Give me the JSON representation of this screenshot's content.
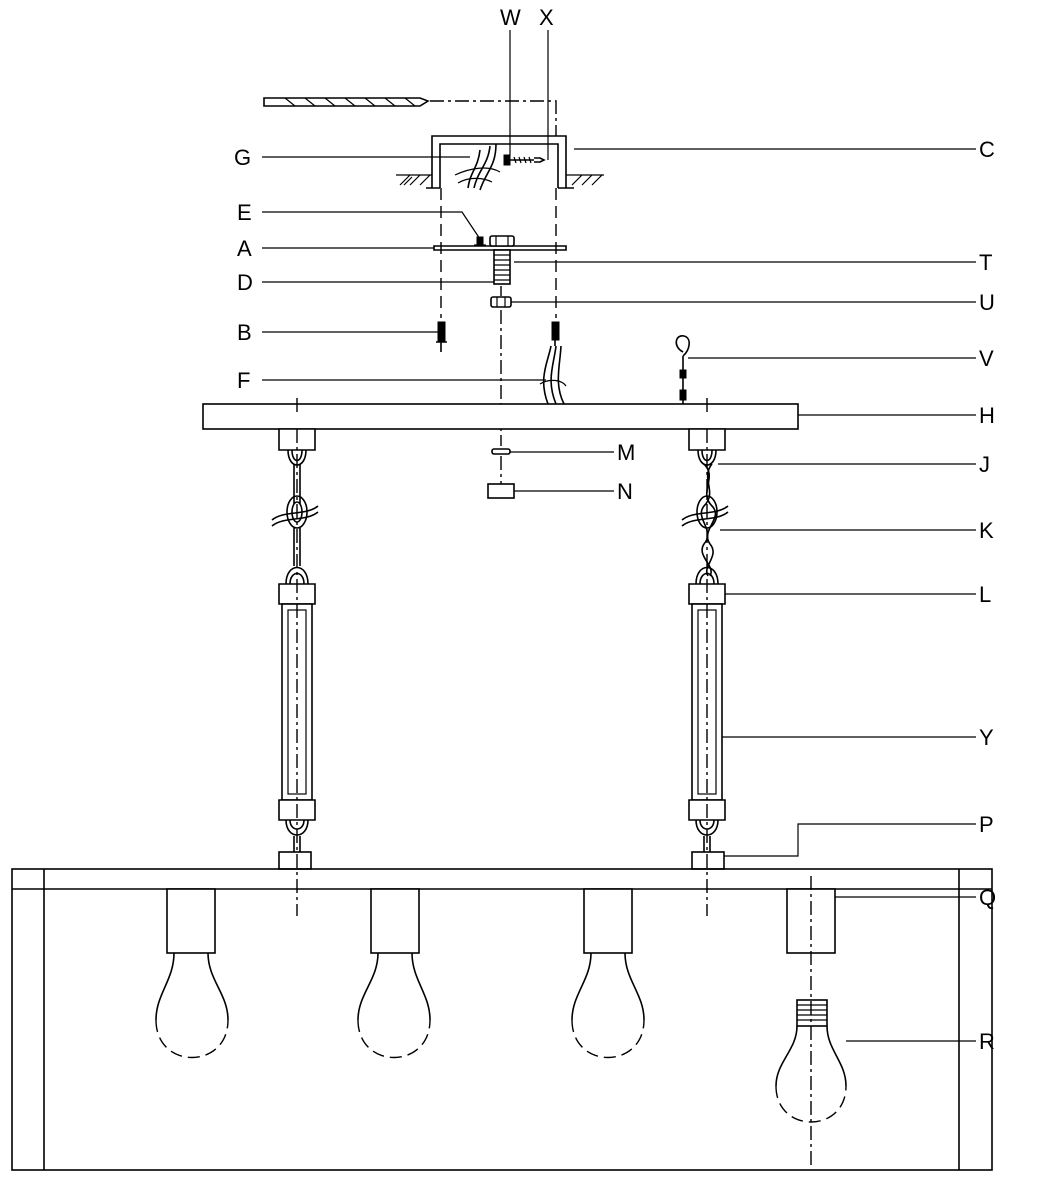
{
  "labels": {
    "W": "W",
    "X": "X",
    "C": "C",
    "G": "G",
    "E": "E",
    "A": "A",
    "T": "T",
    "D": "D",
    "U": "U",
    "B": "B",
    "V": "V",
    "F": "F",
    "H": "H",
    "M": "M",
    "J": "J",
    "N": "N",
    "K": "K",
    "L": "L",
    "Y": "Y",
    "P": "P",
    "Q": "Q",
    "R": "R"
  }
}
